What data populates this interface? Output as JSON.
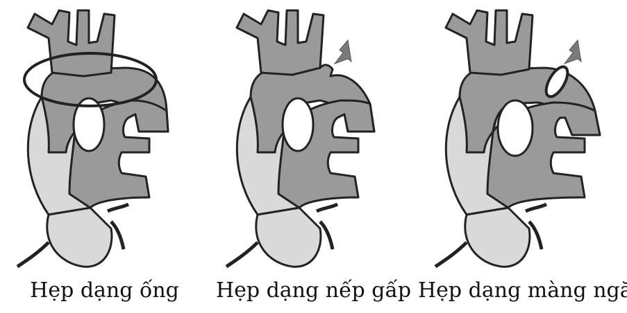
{
  "panels": [
    {
      "caption": "Hẹp dạng ống"
    },
    {
      "caption": "Hẹp dạng nếp gấp"
    },
    {
      "caption": "Hẹp dạng màng ngăn"
    }
  ],
  "colors": {
    "light": "#d9d9d9",
    "dark": "#9a9a9a",
    "stroke": "#222222",
    "arrow": "#7a7a7a",
    "background": "#ffffff"
  },
  "icons": [
    "ellipse-highlight",
    "arrow-indicator",
    "membrane-ring"
  ]
}
